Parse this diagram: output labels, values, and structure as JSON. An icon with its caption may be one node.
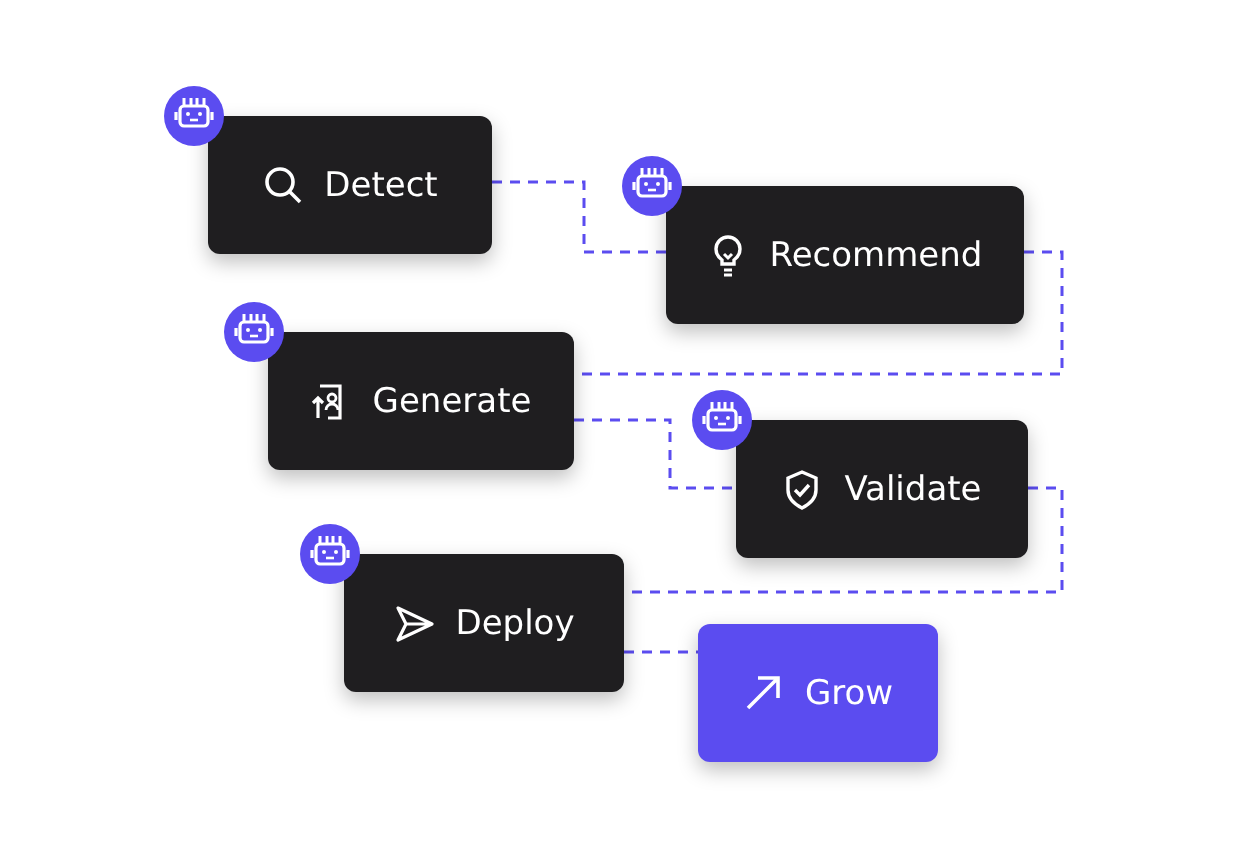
{
  "diagram": {
    "nodes": [
      {
        "text": [
          "Detect"
        ]
      },
      {
        "text": [
          "Recommend"
        ]
      },
      {
        "text": [
          "Generate"
        ]
      },
      {
        "text": [
          "Validate"
        ]
      },
      {
        "text": [
          "Deploy"
        ]
      },
      {
        "text": [
          "Grow"
        ]
      }
    ],
    "edges": [
      {
        "from": 0,
        "to": 1,
        "arrow": "none",
        "style": "dashed"
      },
      {
        "from": 1,
        "to": 2,
        "arrow": "none",
        "style": "dashed"
      },
      {
        "from": 2,
        "to": 3,
        "arrow": "none",
        "style": "dashed"
      },
      {
        "from": 3,
        "to": 4,
        "arrow": "none",
        "style": "dashed"
      },
      {
        "from": 4,
        "to": 5,
        "arrow": "none",
        "style": "dashed"
      }
    ]
  }
}
